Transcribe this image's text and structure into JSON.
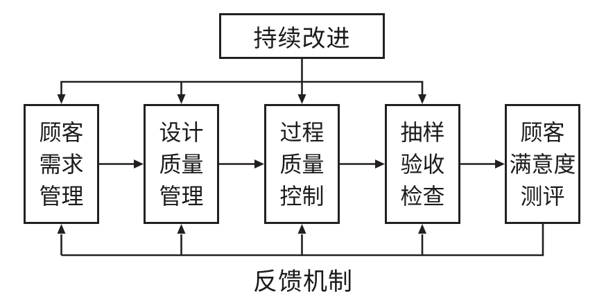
{
  "diagram": {
    "background_color": "#ffffff",
    "line_color": "#231f20",
    "title_box": {
      "label": "持续改进"
    },
    "boxes": [
      {
        "id": "customer-requirements-management",
        "lines": [
          "顾客",
          "需求",
          "管理"
        ]
      },
      {
        "id": "design-quality-management",
        "lines": [
          "设计",
          "质量",
          "管理"
        ]
      },
      {
        "id": "process-quality-control",
        "lines": [
          "过程",
          "质量",
          "控制"
        ]
      },
      {
        "id": "sampling-acceptance-inspection",
        "lines": [
          "抽样",
          "验收",
          "检查"
        ]
      },
      {
        "id": "customer-satisfaction-evaluation",
        "lines": [
          "顾客",
          "满意度",
          "测评"
        ]
      }
    ],
    "feedback_label": "反馈机制",
    "edges": {
      "from_title_box_to": [
        "customer-requirements-management",
        "design-quality-management",
        "process-quality-control",
        "sampling-acceptance-inspection"
      ],
      "sequential_flow": [
        "customer-requirements-management -> design-quality-management",
        "design-quality-management -> process-quality-control",
        "process-quality-control -> sampling-acceptance-inspection",
        "sampling-acceptance-inspection -> customer-satisfaction-evaluation"
      ],
      "feedback_from": "customer-satisfaction-evaluation",
      "feedback_to": [
        "customer-requirements-management",
        "design-quality-management",
        "process-quality-control",
        "sampling-acceptance-inspection"
      ]
    }
  }
}
